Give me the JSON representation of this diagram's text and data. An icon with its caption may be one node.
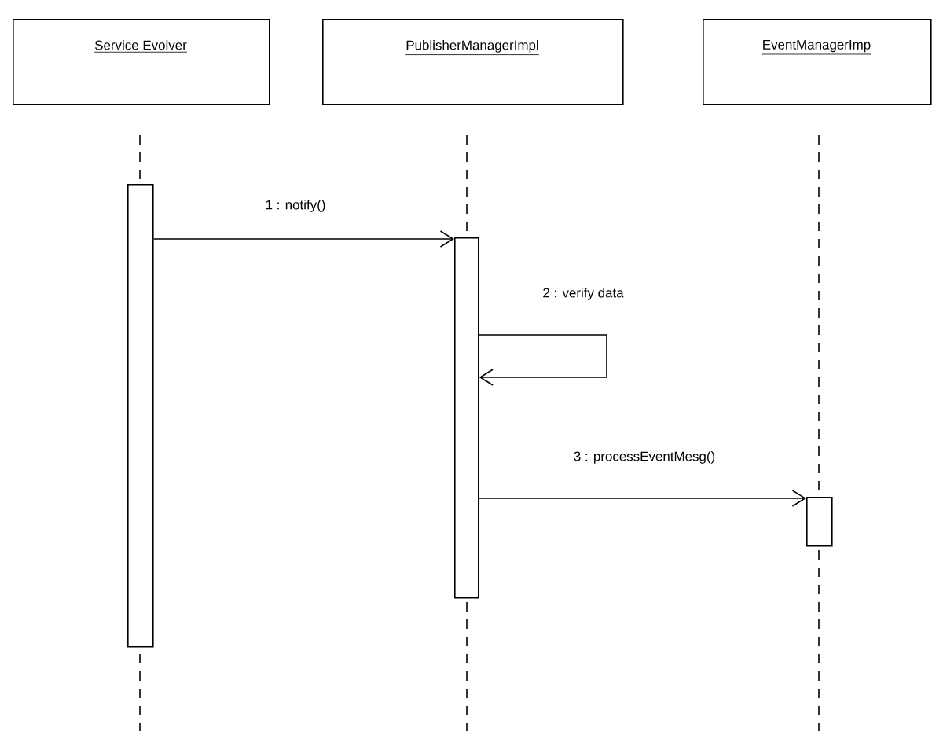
{
  "diagram": {
    "nodes": [
      {
        "text": [
          "Service Evolver"
        ]
      },
      {
        "text": [
          "PublisherManagerImpl"
        ]
      },
      {
        "text": [
          "EventManagerImp"
        ]
      },
      {
        "text": [],
        "shape": "bar"
      },
      {
        "text": [],
        "shape": "bar"
      },
      {
        "text": [],
        "shape": "bar"
      }
    ],
    "edges": [
      {
        "from": 3,
        "to": 4,
        "arrow": "to",
        "label": "1 : notify()"
      },
      {
        "from": 4,
        "to": 4,
        "arrow": "to",
        "label": "2 : verify data"
      },
      {
        "from": 4,
        "to": 5,
        "arrow": "to",
        "label": "3 : processEventMesg()"
      }
    ]
  }
}
